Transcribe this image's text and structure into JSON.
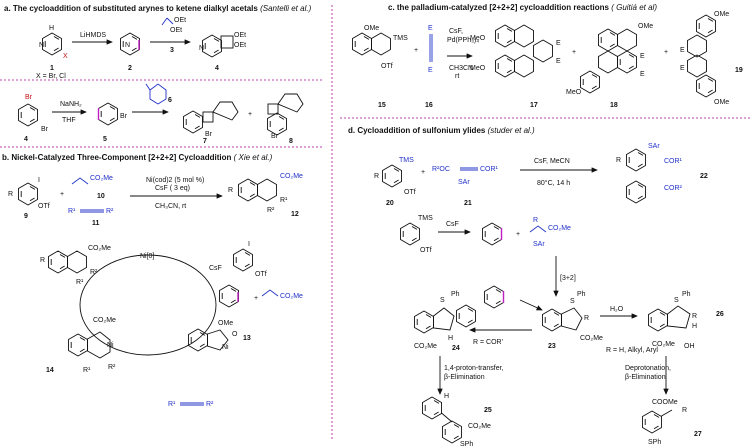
{
  "headings": {
    "a": "a. The cycloaddition of substituted arynes to ketene dialkyl acetals",
    "a_ref": "(Santelli et al.)",
    "b": "b. Nickel-Catalyzed Three-Component [2+2+2] Cycloaddition",
    "b_ref": "( Xie et al.)",
    "c": "c. the palladium-catalyzed [2+2+2] cycloaddition reactions",
    "c_ref": "( Guitiá et al)",
    "d": "d. Cycloaddition of sulfonium ylides",
    "d_ref": "(studer et al.)"
  },
  "labels": {
    "n1": "1",
    "n2": "2",
    "n3": "3",
    "n4": "4",
    "n4b": "4",
    "n5": "5",
    "n6": "6",
    "n7": "7",
    "n8": "8",
    "n9": "9",
    "n10": "10",
    "n11": "11",
    "n12": "12",
    "n13": "13",
    "n14": "14",
    "n15": "15",
    "n16": "16",
    "n17": "17",
    "n18": "18",
    "n19": "19",
    "n20": "20",
    "n21": "21",
    "n22": "22",
    "n23": "23",
    "n24": "24",
    "n25": "25",
    "n26": "26",
    "n27": "27"
  },
  "text": {
    "xbrcl": "X = Br, Cl",
    "lihmds": "LiHMDS",
    "nanh2": "NaNH₂",
    "thf": "THF",
    "oet": "OEt",
    "x": "X",
    "br": "Br",
    "ni_cat": "Ni(cod)2 (5 mol %)",
    "csf3": "CsF ( 3 eq)",
    "ch3cn_rt": "CH₃CN, rt",
    "co2me": "CO₂Me",
    "otf": "OTf",
    "i": "I",
    "r": "R",
    "r1": "R¹",
    "r2": "R²",
    "ni0": "Ni[0]",
    "ni": "Ni",
    "csf": "CsF",
    "tms": "TMS",
    "ome": "OMe",
    "meo": "MeO",
    "e": "E",
    "c_cond1": "CsF,",
    "c_cond2": "Pd(PPh₃)₄",
    "c_cond3": "CH3CN",
    "c_cond4": "rt",
    "d_cond1": "CsF, MeCN",
    "d_cond2": "80°C, 14 h",
    "r2oc": "R²OC",
    "cor1": "COR¹",
    "cor2": "COR²",
    "sar": "SAr",
    "ph": "Ph",
    "s_plus": "S",
    "s": "S",
    "h": "H",
    "oh": "OH",
    "h2o": "H₂O",
    "bracket32": "[3+2]",
    "r_cor": "R = COR'",
    "r_h": "R = H, Alkyl, Aryl",
    "proton1": "1,4-proton-transfer,",
    "proton2": "β-Elimination",
    "deprot1": "Deprotonation,",
    "deprot2": "β-Elimination",
    "cooMe": "COOMe",
    "sph": "SPh"
  }
}
